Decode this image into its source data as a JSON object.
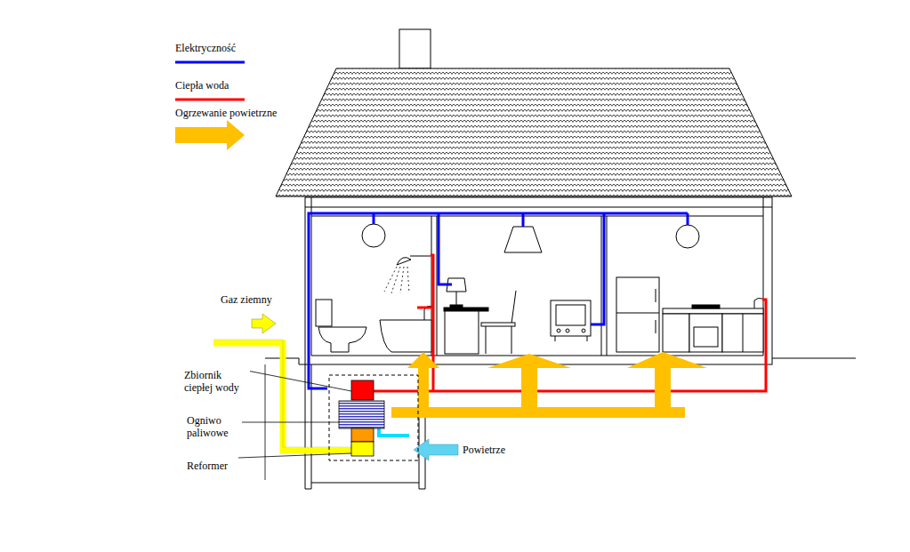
{
  "diagram": {
    "labels": [
      "Gaz ziemny",
      "Zbiornik ciepłej wody",
      "Ogniwo paliwowe",
      "Reformer",
      "Powietrze"
    ],
    "legend": [
      {
        "text": "Elektryczność"
      },
      {
        "text": "Ciepła woda"
      },
      {
        "text": "Ogrzewanie powietrzne"
      }
    ]
  }
}
